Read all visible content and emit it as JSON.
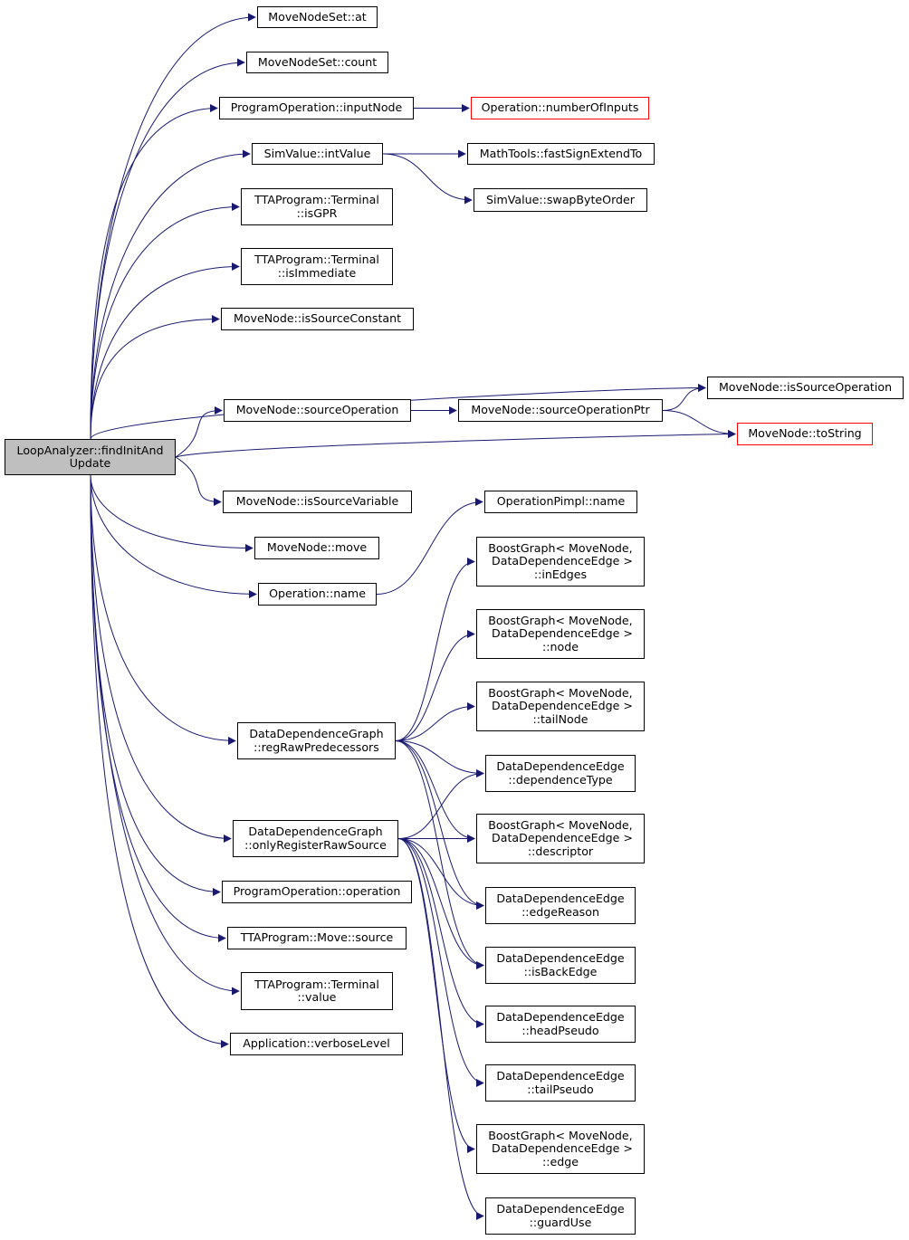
{
  "root": {
    "label": "LoopAnalyzer::findInitAnd\nUpdate"
  },
  "colors": {
    "edge": "#191970",
    "node_border": "#000000",
    "root_fill": "#bfbfbf",
    "truncated_border": "#ff0000"
  },
  "nodes": [
    {
      "id": "at",
      "label": "MoveNodeSet::at"
    },
    {
      "id": "count",
      "label": "MoveNodeSet::count"
    },
    {
      "id": "inputNode",
      "label": "ProgramOperation::inputNode"
    },
    {
      "id": "numberOfInputs",
      "label": "Operation::numberOfInputs",
      "truncated": true
    },
    {
      "id": "intValue",
      "label": "SimValue::intValue"
    },
    {
      "id": "fastSignExtendTo",
      "label": "MathTools::fastSignExtendTo"
    },
    {
      "id": "swapByteOrder",
      "label": "SimValue::swapByteOrder"
    },
    {
      "id": "isGPR",
      "label": "TTAProgram::Terminal\n::isGPR"
    },
    {
      "id": "isImmediate",
      "label": "TTAProgram::Terminal\n::isImmediate"
    },
    {
      "id": "isSourceConstant",
      "label": "MoveNode::isSourceConstant"
    },
    {
      "id": "isSourceOperation",
      "label": "MoveNode::isSourceOperation"
    },
    {
      "id": "sourceOperation",
      "label": "MoveNode::sourceOperation"
    },
    {
      "id": "sourceOperationPtr",
      "label": "MoveNode::sourceOperationPtr"
    },
    {
      "id": "toString",
      "label": "MoveNode::toString",
      "truncated": true
    },
    {
      "id": "isSourceVariable",
      "label": "MoveNode::isSourceVariable"
    },
    {
      "id": "pimplName",
      "label": "OperationPimpl::name"
    },
    {
      "id": "move",
      "label": "MoveNode::move"
    },
    {
      "id": "bgInEdges",
      "label": "BoostGraph< MoveNode,\n DataDependenceEdge >\n::inEdges"
    },
    {
      "id": "opName",
      "label": "Operation::name"
    },
    {
      "id": "bgNode",
      "label": "BoostGraph< MoveNode,\n DataDependenceEdge >\n::node"
    },
    {
      "id": "bgTailNode",
      "label": "BoostGraph< MoveNode,\n DataDependenceEdge >\n::tailNode"
    },
    {
      "id": "regRaw",
      "label": "DataDependenceGraph\n::regRawPredecessors"
    },
    {
      "id": "depType",
      "label": "DataDependenceEdge\n::dependenceType"
    },
    {
      "id": "onlyReg",
      "label": "DataDependenceGraph\n::onlyRegisterRawSource"
    },
    {
      "id": "bgDescriptor",
      "label": "BoostGraph< MoveNode,\n DataDependenceEdge >\n::descriptor"
    },
    {
      "id": "progOperation",
      "label": "ProgramOperation::operation"
    },
    {
      "id": "edgeReason",
      "label": "DataDependenceEdge\n::edgeReason"
    },
    {
      "id": "moveSource",
      "label": "TTAProgram::Move::source"
    },
    {
      "id": "isBackEdge",
      "label": "DataDependenceEdge\n::isBackEdge"
    },
    {
      "id": "termValue",
      "label": "TTAProgram::Terminal\n::value"
    },
    {
      "id": "headPseudo",
      "label": "DataDependenceEdge\n::headPseudo"
    },
    {
      "id": "verboseLevel",
      "label": "Application::verboseLevel"
    },
    {
      "id": "tailPseudo",
      "label": "DataDependenceEdge\n::tailPseudo"
    },
    {
      "id": "bgEdge",
      "label": "BoostGraph< MoveNode,\n DataDependenceEdge >\n::edge"
    },
    {
      "id": "guardUse",
      "label": "DataDependenceEdge\n::guardUse"
    }
  ],
  "edges": [
    [
      "root",
      "at"
    ],
    [
      "root",
      "count"
    ],
    [
      "root",
      "inputNode"
    ],
    [
      "root",
      "intValue"
    ],
    [
      "root",
      "isGPR"
    ],
    [
      "root",
      "isImmediate"
    ],
    [
      "root",
      "isSourceConstant"
    ],
    [
      "root",
      "isSourceOperation"
    ],
    [
      "root",
      "sourceOperation"
    ],
    [
      "root",
      "toString"
    ],
    [
      "root",
      "isSourceVariable"
    ],
    [
      "root",
      "move"
    ],
    [
      "root",
      "opName"
    ],
    [
      "root",
      "regRaw"
    ],
    [
      "root",
      "onlyReg"
    ],
    [
      "root",
      "progOperation"
    ],
    [
      "root",
      "moveSource"
    ],
    [
      "root",
      "termValue"
    ],
    [
      "root",
      "verboseLevel"
    ],
    [
      "inputNode",
      "numberOfInputs"
    ],
    [
      "intValue",
      "fastSignExtendTo"
    ],
    [
      "intValue",
      "swapByteOrder"
    ],
    [
      "sourceOperation",
      "sourceOperationPtr"
    ],
    [
      "sourceOperationPtr",
      "isSourceOperation"
    ],
    [
      "sourceOperationPtr",
      "toString"
    ],
    [
      "opName",
      "pimplName"
    ],
    [
      "regRaw",
      "bgInEdges"
    ],
    [
      "regRaw",
      "bgNode"
    ],
    [
      "regRaw",
      "bgTailNode"
    ],
    [
      "regRaw",
      "depType"
    ],
    [
      "regRaw",
      "bgDescriptor"
    ],
    [
      "regRaw",
      "edgeReason"
    ],
    [
      "regRaw",
      "isBackEdge"
    ],
    [
      "onlyReg",
      "depType"
    ],
    [
      "onlyReg",
      "bgDescriptor"
    ],
    [
      "onlyReg",
      "edgeReason"
    ],
    [
      "onlyReg",
      "isBackEdge"
    ],
    [
      "onlyReg",
      "headPseudo"
    ],
    [
      "onlyReg",
      "tailPseudo"
    ],
    [
      "onlyReg",
      "bgEdge"
    ],
    [
      "onlyReg",
      "guardUse"
    ]
  ]
}
